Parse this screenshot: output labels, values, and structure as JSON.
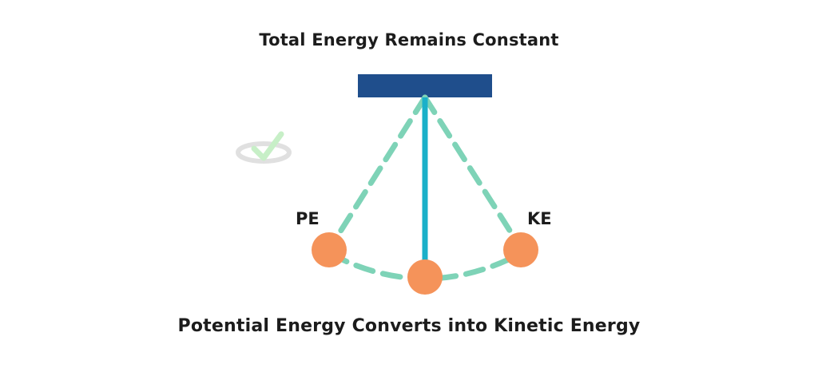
{
  "diagram": {
    "title": "Total Energy Remains Constant",
    "caption": "Potential Energy Converts into Kinetic Energy",
    "labels": {
      "potential": "PE",
      "kinetic": "KE"
    },
    "colors": {
      "support": "#1f4e8c",
      "string": "#1ab0c9",
      "dashed_path": "#7ed3b7",
      "bob": "#f5935a",
      "text": "#1c1c1c",
      "watermark_check": "#9be29b",
      "watermark_ring": "#c8c8c8"
    },
    "icons": {
      "watermark": "check-icon"
    }
  }
}
